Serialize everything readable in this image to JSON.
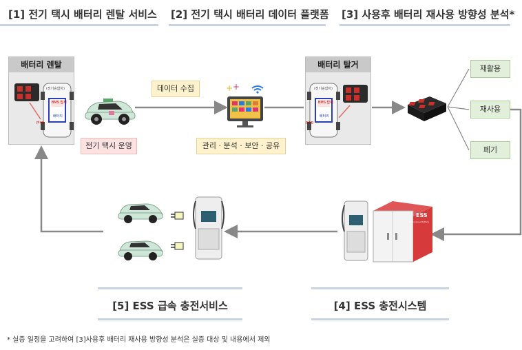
{
  "sections": {
    "s1": "[1] 전기 택시 배터리 렌탈 서비스",
    "s2": "[2] 전기 택시 배터리 데이터 플랫폼",
    "s3": "[3] 사용후 배터리 재사용 방향성 분석*",
    "s4": "[4] ESS 충전시스템",
    "s5": "[5] ESS 급속 충전서비스"
  },
  "rental_box": {
    "header": "배터리 렌탈",
    "car_label_top": "(전기승합차)",
    "car_label_mid": "BMS 탑재",
    "car_label_battery": "배터리",
    "car_label_plug": "plug"
  },
  "detach_box": {
    "header": "배터리 탈거",
    "car_label_top": "(전기승합차)",
    "car_label_mid": "BMS 탑재",
    "car_label_battery": "배터리",
    "car_label_plug": "plug"
  },
  "labels": {
    "taxi_operation": "전기 택시 운영",
    "data_collection": "데이터 수집",
    "platform_functions": "관리 · 분석 · 보안 · 공유",
    "ess_cabinet": "ESS",
    "ess_cabinet_sub": "Re-purpose Battery"
  },
  "reuse_options": [
    "재활용",
    "재사용",
    "폐기"
  ],
  "footnote": "* 실증 일정을 고려하여 [3]사용후 배터리 재사용 방향성 분석은 실증 대상 및 내용에서 제외",
  "colors": {
    "car_body": "#cfe7d8",
    "ess_red": "#d63a3a",
    "arrow": "#888888"
  }
}
